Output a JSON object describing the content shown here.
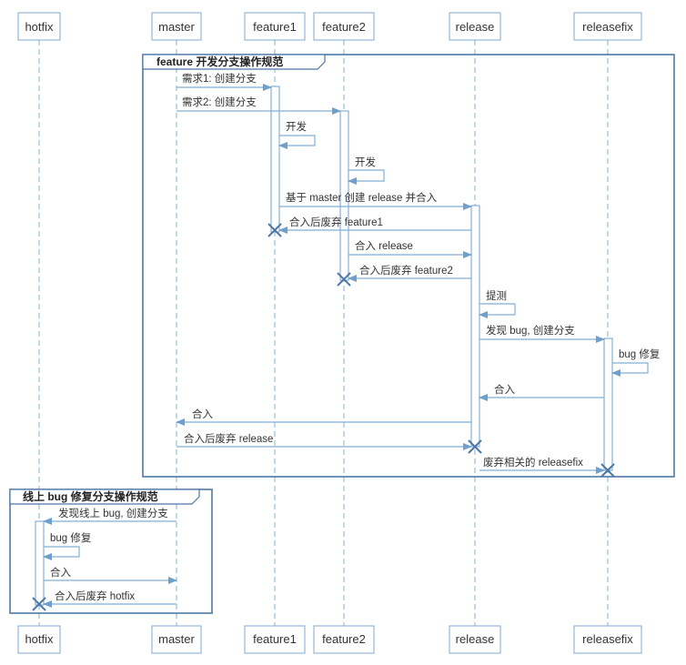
{
  "participants": [
    {
      "id": "hotfix",
      "label": "hotfix"
    },
    {
      "id": "master",
      "label": "master"
    },
    {
      "id": "feature1",
      "label": "feature1"
    },
    {
      "id": "feature2",
      "label": "feature2"
    },
    {
      "id": "release",
      "label": "release"
    },
    {
      "id": "releasefix",
      "label": "releasefix"
    }
  ],
  "groups": [
    {
      "id": "feature-group",
      "title": "feature 开发分支操作规范",
      "messages": [
        {
          "from": "master",
          "to": "feature1",
          "label": "需求1: 创建分支"
        },
        {
          "from": "master",
          "to": "feature2",
          "label": "需求2: 创建分支"
        },
        {
          "from": "feature1",
          "to": "feature1",
          "label": "开发"
        },
        {
          "from": "feature2",
          "to": "feature2",
          "label": "开发"
        },
        {
          "from": "feature1",
          "to": "release",
          "label": "基于 master 创建 release 并合入"
        },
        {
          "from": "release",
          "to": "feature1",
          "label": "合入后废弃 feature1",
          "destroy": "feature1"
        },
        {
          "from": "feature2",
          "to": "release",
          "label": "合入 release"
        },
        {
          "from": "release",
          "to": "feature2",
          "label": "合入后废弃 feature2",
          "destroy": "feature2"
        },
        {
          "from": "release",
          "to": "release",
          "label": "提测"
        },
        {
          "from": "release",
          "to": "releasefix",
          "label": "发现 bug, 创建分支"
        },
        {
          "from": "releasefix",
          "to": "releasefix",
          "label": "bug 修复"
        },
        {
          "from": "releasefix",
          "to": "release",
          "label": "合入"
        },
        {
          "from": "release",
          "to": "master",
          "label": "合入"
        },
        {
          "from": "master",
          "to": "release",
          "label": "合入后废弃 release",
          "destroy": "release"
        },
        {
          "from": "release",
          "to": "releasefix",
          "label": "废弃相关的 releasefix",
          "destroy": "releasefix"
        }
      ]
    },
    {
      "id": "hotfix-group",
      "title": "线上 bug 修复分支操作规范",
      "messages": [
        {
          "from": "master",
          "to": "hotfix",
          "label": "发现线上 bug, 创建分支"
        },
        {
          "from": "hotfix",
          "to": "hotfix",
          "label": "bug 修复"
        },
        {
          "from": "hotfix",
          "to": "master",
          "label": "合入"
        },
        {
          "from": "master",
          "to": "hotfix",
          "label": "合入后废弃 hotfix",
          "destroy": "hotfix"
        }
      ]
    }
  ],
  "colors": {
    "lifeline": "#7fb0d6",
    "box_border": "#7fa8d1",
    "frame": "#4f78a6",
    "text": "#333333"
  }
}
